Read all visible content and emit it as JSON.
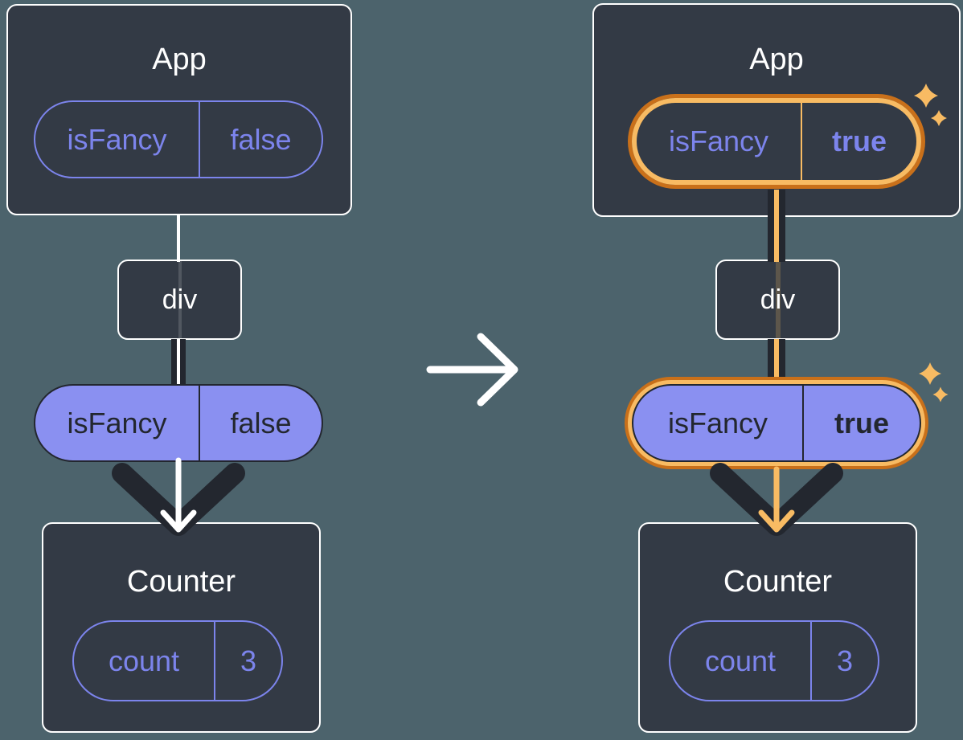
{
  "colors": {
    "bg": "#4C636C",
    "card": "#333A45",
    "dark": "#23272F",
    "purple": "#7C84EC",
    "purple_fill": "#8A90F1",
    "orange": "#F8BB63",
    "orange_dark": "#C9701A",
    "white": "#FFFFFF"
  },
  "icons": {
    "transition": "arrow-right",
    "flow": "arrow-down",
    "highlight": "sparkles"
  },
  "before": {
    "app": {
      "title": "App",
      "prop": {
        "name": "isFancy",
        "value": "false"
      }
    },
    "container": {
      "label": "div"
    },
    "passed": {
      "name": "isFancy",
      "value": "false"
    },
    "counter": {
      "title": "Counter",
      "state": {
        "name": "count",
        "value": "3"
      }
    }
  },
  "after": {
    "app": {
      "title": "App",
      "prop": {
        "name": "isFancy",
        "value": "true"
      }
    },
    "container": {
      "label": "div"
    },
    "passed": {
      "name": "isFancy",
      "value": "true"
    },
    "counter": {
      "title": "Counter",
      "state": {
        "name": "count",
        "value": "3"
      }
    }
  }
}
